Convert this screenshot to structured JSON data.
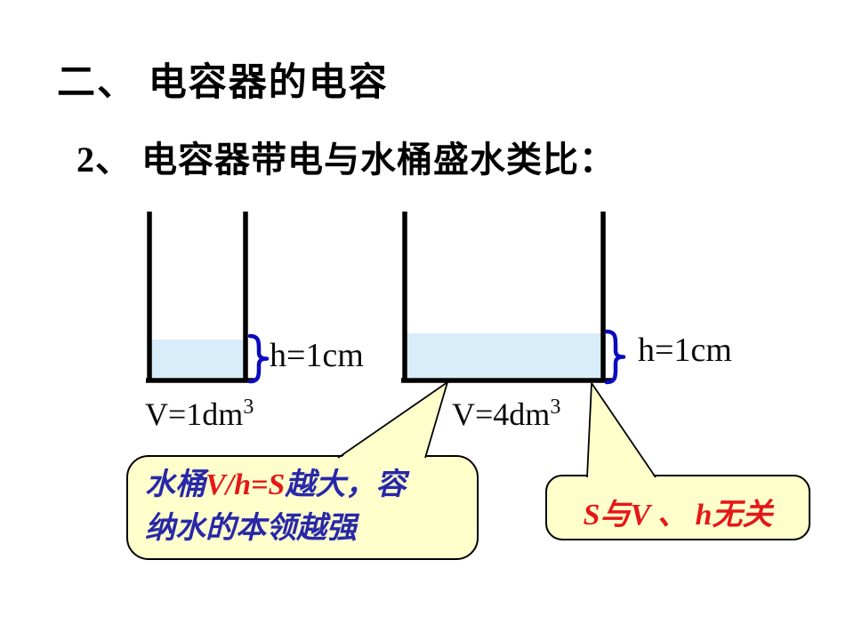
{
  "slide": {
    "title": "二、 电容器的电容",
    "subtitle": "2、 电容器带电与水桶盛水类比：",
    "colors": {
      "ink": "#000000",
      "water": "#d8ecfa",
      "brace-blue": "#0a0abe",
      "bubble-fill": "#ffffcc",
      "text-blue": "#2828a8",
      "text-red": "#e51717"
    },
    "buckets": {
      "small": {
        "volume_base": "V=1dm",
        "volume_exponent": "3",
        "height_label": "h=1cm"
      },
      "large": {
        "volume_base": "V=4dm",
        "volume_exponent": "3",
        "height_label": "h=1cm"
      }
    },
    "callout_left": {
      "line1_blue1": "水桶",
      "line1_red": "V/h=S",
      "line1_blue2": "越大，容",
      "line2_blue": "纳水的本领越强"
    },
    "callout_right": {
      "text": "S与V 、 h无关"
    }
  }
}
